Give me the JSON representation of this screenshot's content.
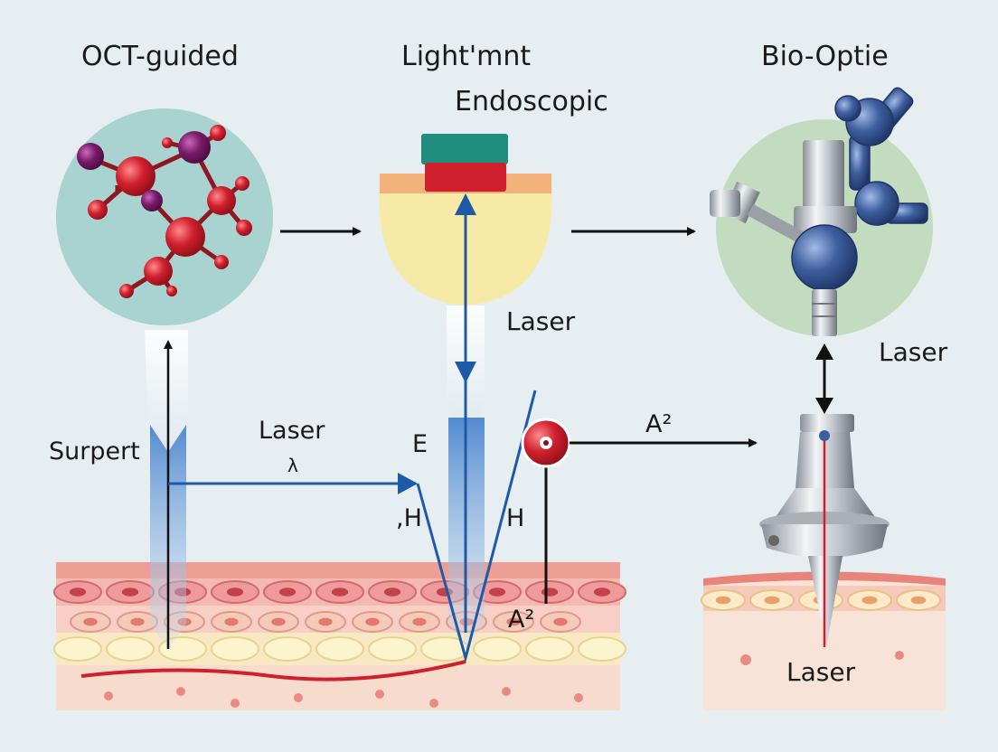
{
  "titles": {
    "left": "OCT-guided",
    "center_top": "Light'mnt",
    "center_sub": "Endoscopic",
    "right": "Bio-Optie"
  },
  "labels": {
    "surpert": "Surpert",
    "laser_horizontal": "Laser",
    "lambda_mark": "λ",
    "e_mark": "E",
    "h_left": ",H",
    "h_right": "H",
    "laser_center": "Laser",
    "laser_right_upper": "Laser",
    "a2_arrow": "A²",
    "a2_tissue": "A²",
    "laser_bottom": "Laser"
  },
  "colors": {
    "background": "#e6eef2",
    "arrow": "#111111",
    "beam_blue": "#1e5aa8",
    "molecule_red": "#d0202e",
    "molecule_purple": "#7a1a6a",
    "robot_blue": "#3e5f9e",
    "tissue_pink": "#f4c3bf",
    "tissue_cream": "#fbf0c8",
    "circle_teal": "#a9d3d0",
    "circle_green": "#c3dcc0",
    "lens_yellow": "#f6eaa6"
  }
}
